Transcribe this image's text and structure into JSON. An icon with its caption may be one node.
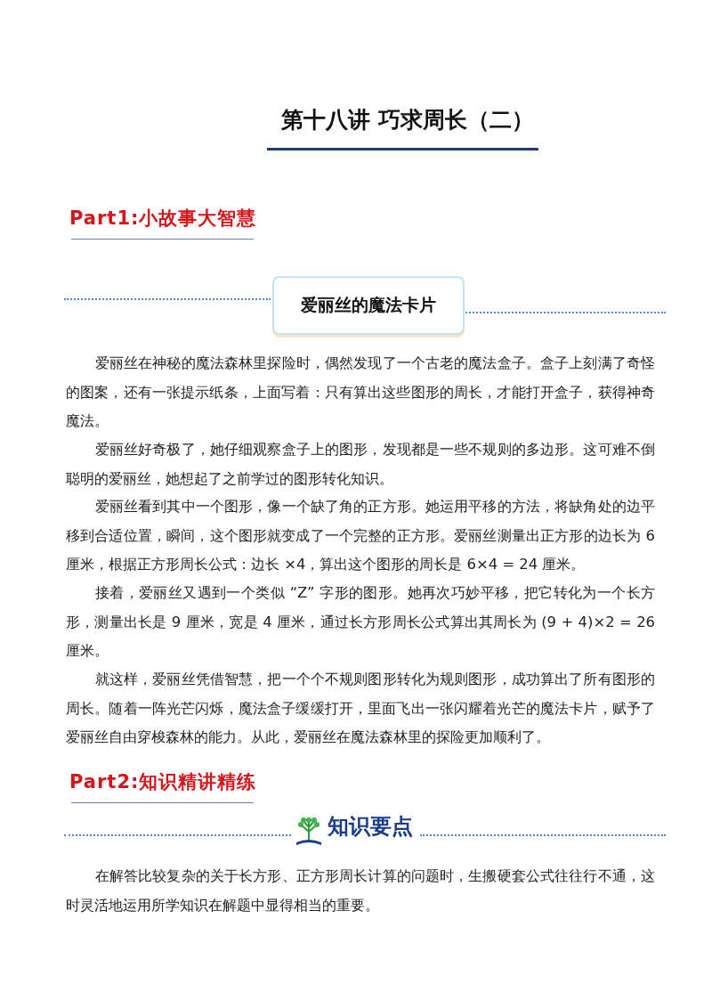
{
  "diagram": {
    "title": "第十八讲 巧求周长（二）",
    "nodes": [
      {
        "text": [
          "爱丽丝的魔法卡片"
        ]
      }
    ],
    "labels": [
      "Part1:小故事大智慧",
      "爱丽丝在神秘的魔法森林里探险时，偶然发现了一个古老的魔法盒子。盒子上刻满了奇怪的图案，还有一张提示纸条，上面写着：只有算出这些图形的周长，才能打开盒子，获得神奇魔法。",
      "爱丽丝好奇极了，她仔细观察盒子上的图形，发现都是一些不规则的多边形。这可难不倒聪明的爱丽丝，她想起了之前学过的图形转化知识。",
      "爱丽丝看到其中一个图形，像一个缺了角的正方形。她运用平移的方法，将缺角处的边平移到合适位置，瞬间，这个图形就变成了一个完整的正方形。爱丽丝测量出正方形的边长为 6 厘米，根据正方形周长公式：边长 ×4，算出这个图形的周长是 6×4 = 24 厘米。",
      "接着，爱丽丝又遇到一个类似 “Z” 字形的图形。她再次巧妙平移，把它转化为一个长方形，测量出长是 9 厘米，宽是 4 厘米，通过长方形周长公式算出其周长为 (9 + 4)×2 = 26 厘米。",
      "就这样，爱丽丝凭借智慧，把一个个不规则图形转化为规则图形，成功算出了所有图形的周长。随着一阵光芒闪烁，魔法盒子缓缓打开，里面飞出一张闪耀着光芒的魔法卡片，赋予了爱丽丝自由穿梭森林的能力。从此，爱丽丝在魔法森林里的探险更加顺利了。",
      "Part2:知识精讲精练",
      "知识要点",
      "在解答比较复杂的关于长方形、正方形周长计算的问题时，生搬硬套公式往往行不通，这时灵活地运用所学知识在解题中显得相当的重要。"
    ]
  }
}
